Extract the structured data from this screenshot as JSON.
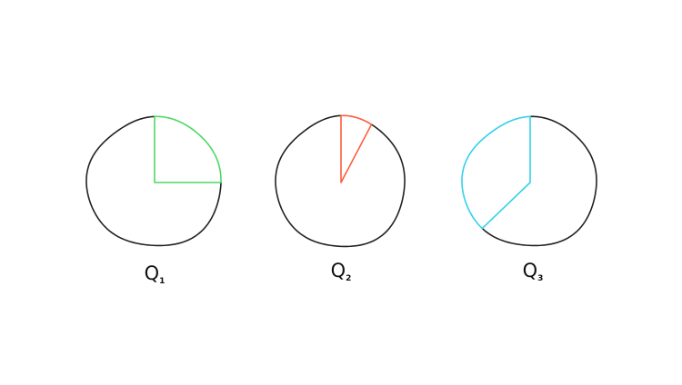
{
  "diagrams": [
    {
      "label": "Q",
      "subscript": "1",
      "start_deg": 0,
      "sweep_deg": 90,
      "highlight_color": "#4cd964"
    },
    {
      "label": "Q",
      "subscript": "2",
      "start_deg": 0,
      "sweep_deg": 28,
      "highlight_color": "#ff5a3c"
    },
    {
      "label": "Q",
      "subscript": "3",
      "start_deg": 0,
      "sweep_deg": -135,
      "highlight_color": "#33d1ea"
    }
  ],
  "outline_color": "#222222"
}
